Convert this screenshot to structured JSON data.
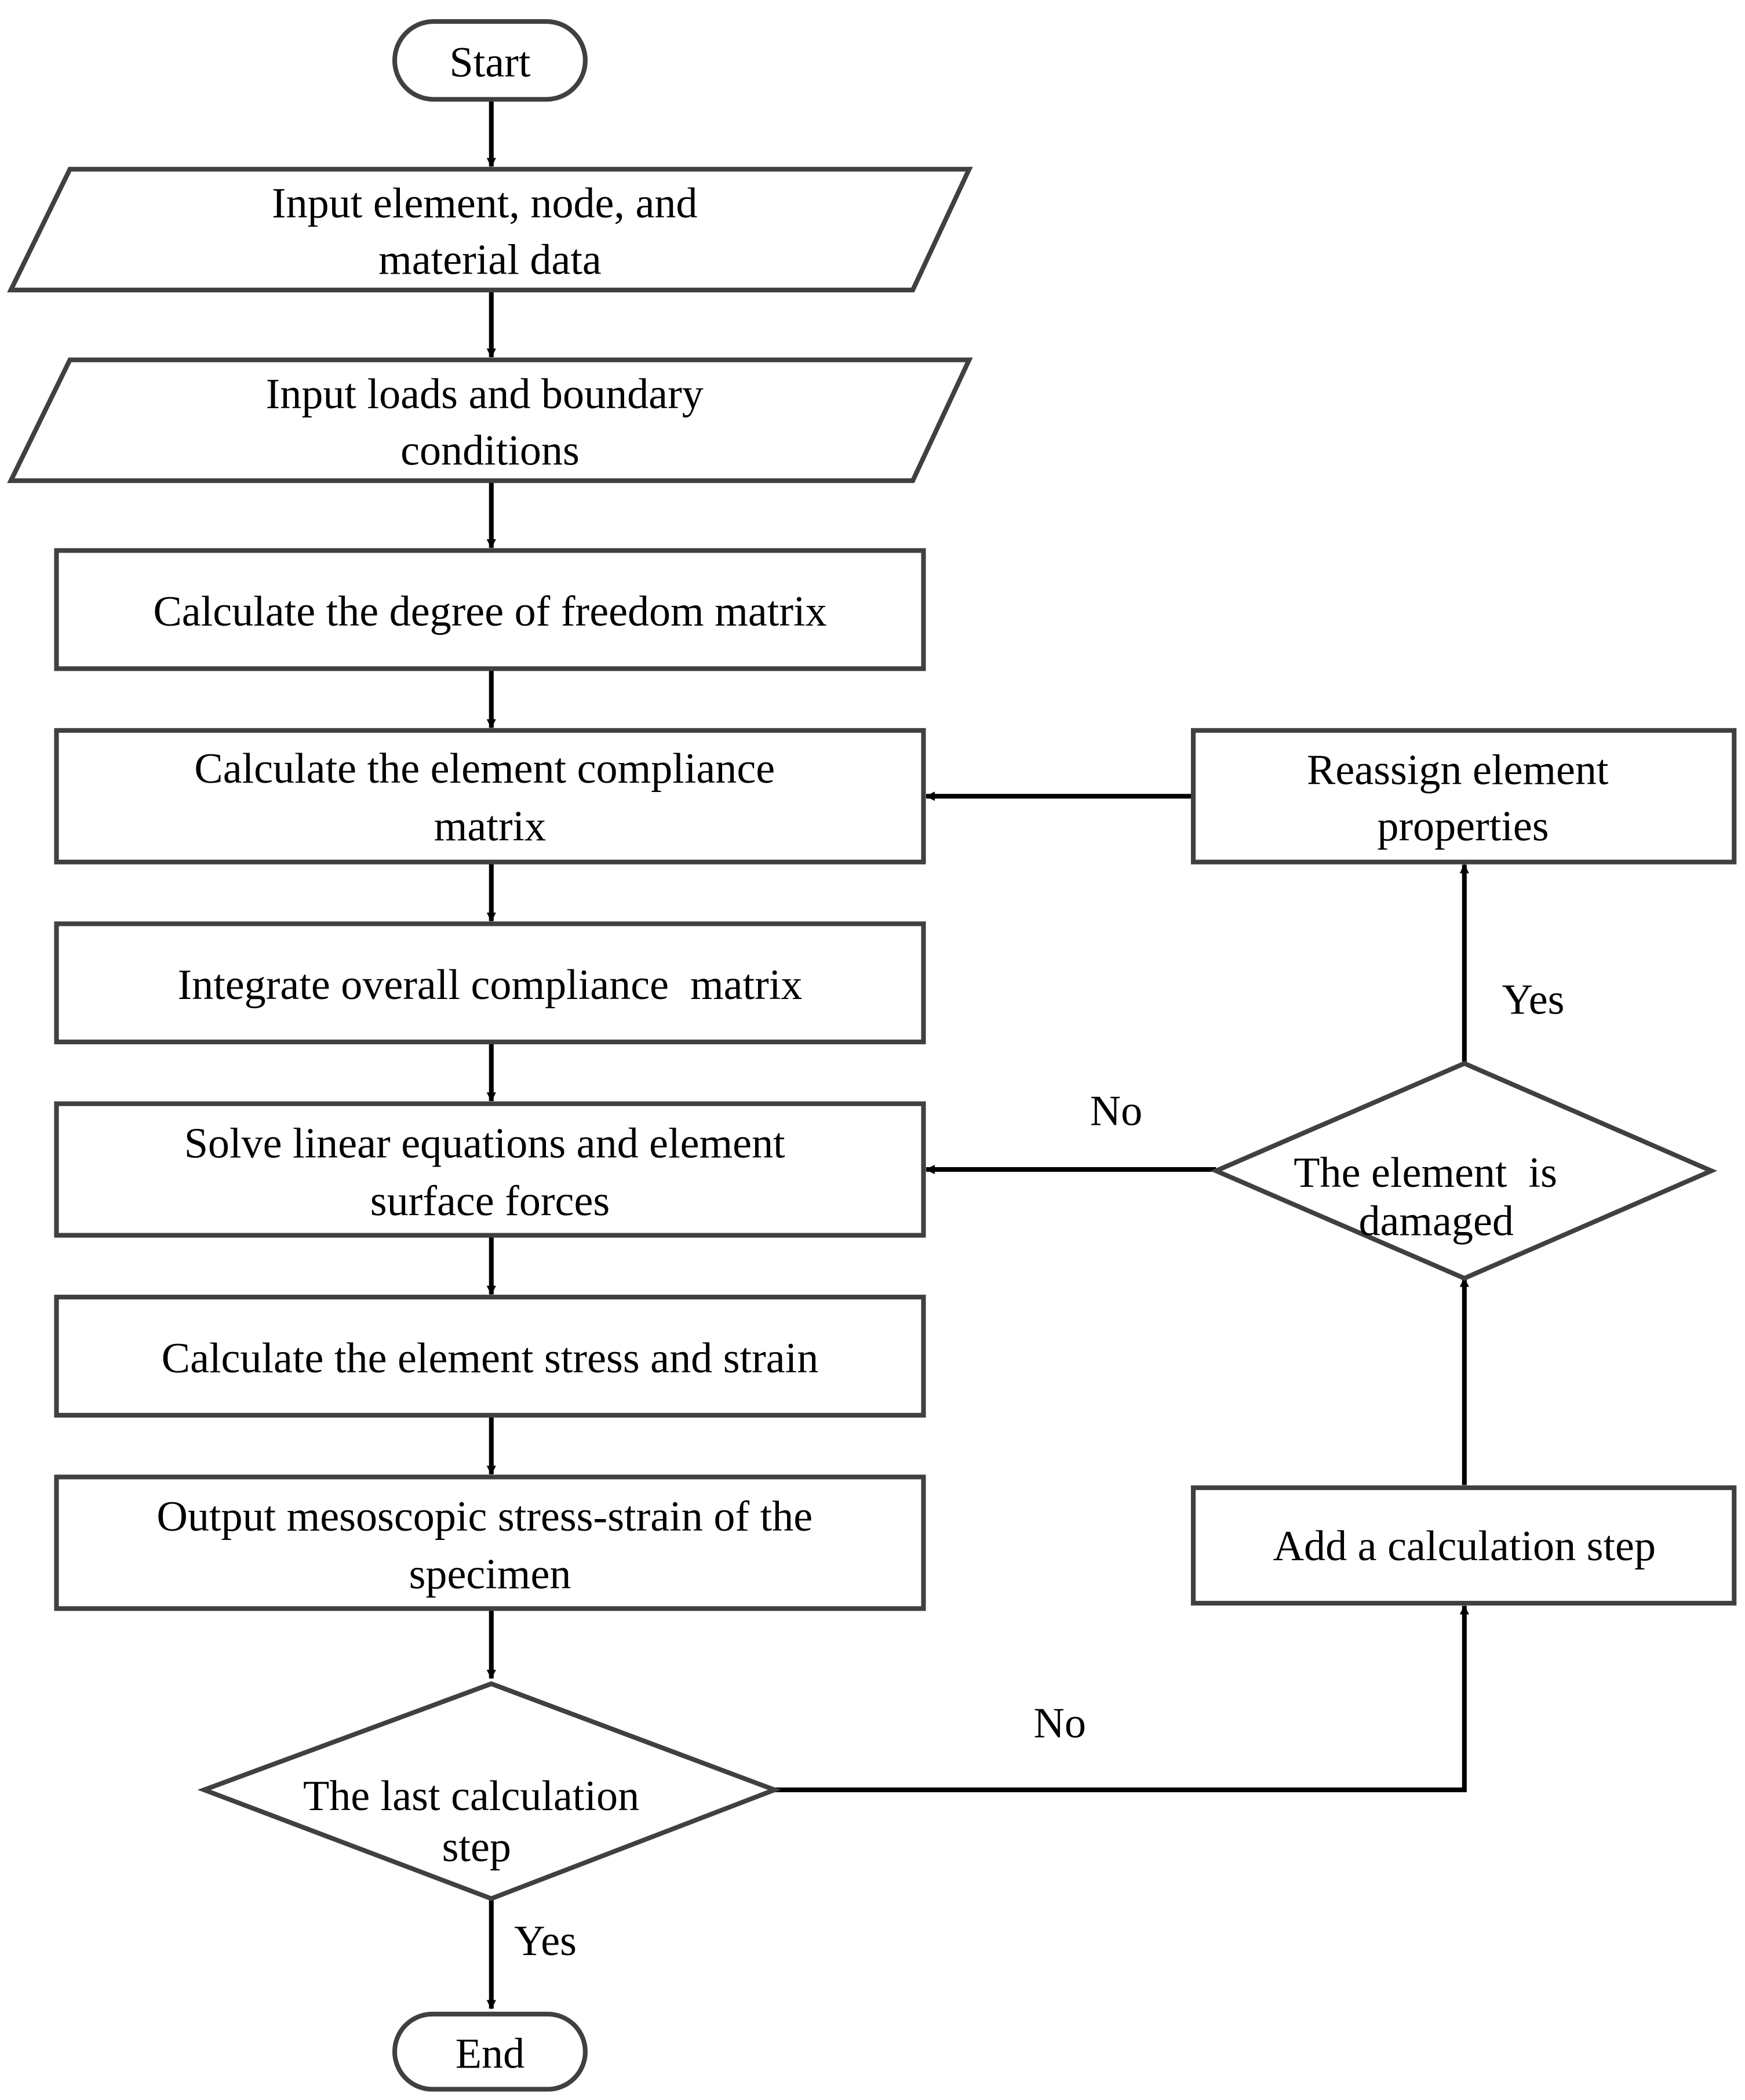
{
  "flowchart": {
    "start": "Start",
    "input_element_data": [
      "Input element, node, and",
      "material data"
    ],
    "input_loads": [
      "Input loads and boundary",
      "conditions"
    ],
    "calc_dof": "Calculate the degree of freedom matrix",
    "calc_compliance": [
      "Calculate the element compliance",
      "matrix"
    ],
    "integrate": "Integrate overall compliance  matrix",
    "solve": [
      "Solve linear equations and element",
      "surface forces"
    ],
    "calc_stress": "Calculate the element stress and strain",
    "output": [
      "Output mesoscopic stress-strain of the",
      "specimen"
    ],
    "decision_last_step": [
      "The last calculation",
      "step"
    ],
    "end": "End",
    "add_step": "Add a calculation step",
    "decision_damaged": [
      "The element  is",
      "damaged"
    ],
    "reassign": [
      "Reassign element",
      "properties"
    ],
    "labels": {
      "last_step_yes": "Yes",
      "last_step_no": "No",
      "damaged_yes": "Yes",
      "damaged_no": "No"
    }
  },
  "colors": {
    "shape_stroke": "#404040",
    "arrow": "#000000",
    "background": "#ffffff"
  }
}
